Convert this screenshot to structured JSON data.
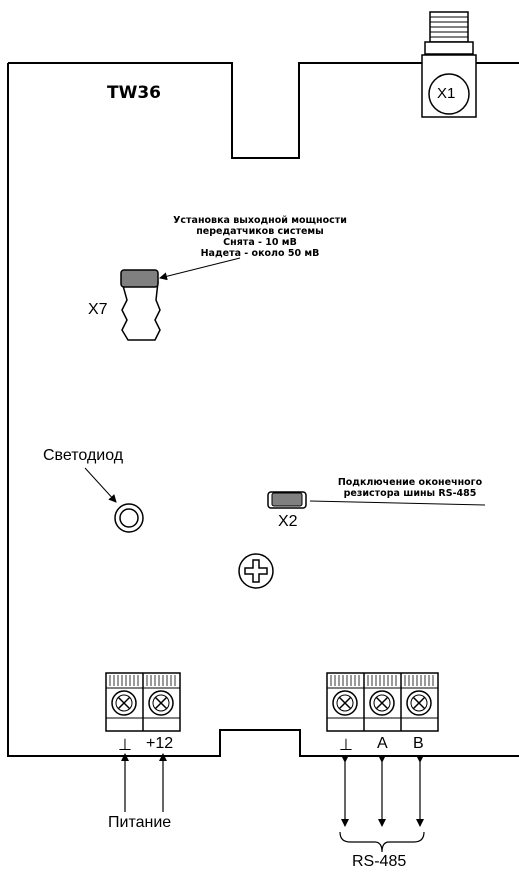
{
  "board": {
    "model": "TW36",
    "connector_x1": "X1",
    "jumper_x7": {
      "label": "X7",
      "note_lines": [
        "Установка выходной мощности",
        "передатчиков системы",
        "Снята - 10 мВ",
        "Надета - около 50 мВ"
      ]
    },
    "led_label": "Светодиод",
    "jumper_x2": {
      "label": "X2",
      "note_lines": [
        "Подключение оконечного",
        "резистора шины  RS-485"
      ]
    },
    "power_terminals": {
      "labels": [
        "⊥",
        "+12"
      ],
      "caption": "Питание"
    },
    "bus_terminals": {
      "labels": [
        "⊥",
        "A",
        "B"
      ],
      "caption": "RS-485"
    }
  }
}
